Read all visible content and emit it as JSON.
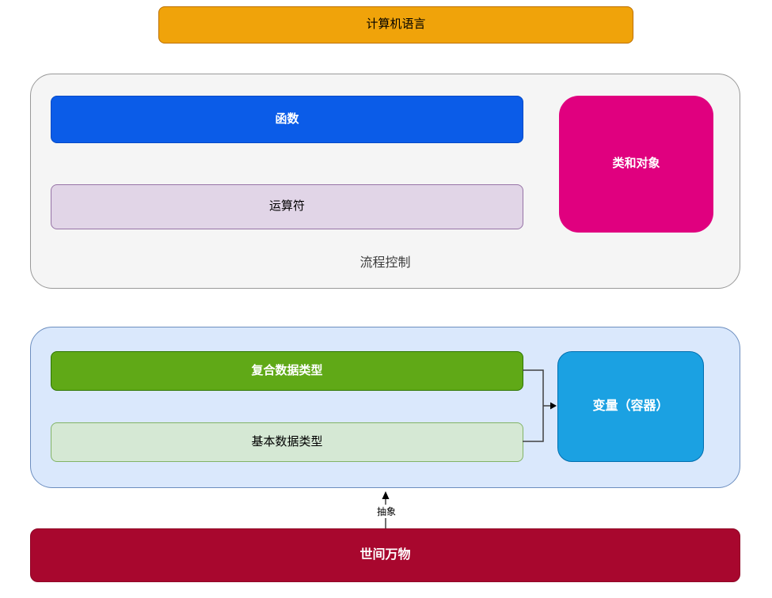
{
  "diagram": {
    "title_box": {
      "label": "计算机语言",
      "fill": "#F0A30A"
    },
    "language_container": {
      "fill": "#F5F5F5",
      "function_box": {
        "label": "函数",
        "fill": "#0B5CE8"
      },
      "operator_box": {
        "label": "运算符",
        "fill": "#E1D5E7"
      },
      "flow_label": "流程控制",
      "class_box": {
        "label": "类和对象",
        "fill": "#E0007F"
      }
    },
    "data_container": {
      "fill": "#DAE8FC",
      "composite_box": {
        "label": "复合数据类型",
        "fill": "#60A917"
      },
      "basic_box": {
        "label": "基本数据类型",
        "fill": "#D5E8D4"
      },
      "variable_box": {
        "label": "变量（容器）",
        "fill": "#1BA1E2"
      }
    },
    "abstract_arrow_label": "抽象",
    "world_box": {
      "label": "世间万物",
      "fill": "#A8072E"
    }
  }
}
